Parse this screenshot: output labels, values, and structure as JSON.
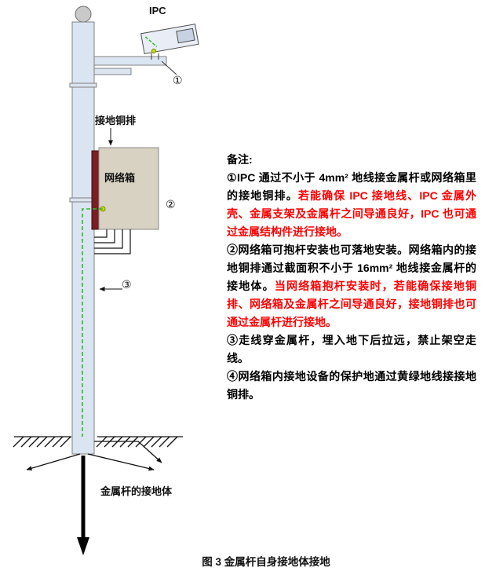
{
  "figure": {
    "caption": "图 3 金属杆自身接地体接地"
  },
  "diagram": {
    "ipc_label": "IPC",
    "copper_bar_label": "接地铜排",
    "network_box_label": "网络箱",
    "electrode_label": "金属杆的接地体",
    "callouts": {
      "one": "①",
      "two": "②",
      "three": "③"
    }
  },
  "notes": {
    "heading": "备注:",
    "items": [
      {
        "segments": [
          {
            "text": "①IPC 通过不小于 4mm² 地线接金属杆或网络箱里的接地铜排。",
            "color": "#000000"
          },
          {
            "text": "若能确保 IPC 接地线、IPC 金属外壳、金属支架及金属杆之间导通良好，IPC 也可通过金属结构件进行接地。",
            "color": "#ff0000"
          }
        ]
      },
      {
        "segments": [
          {
            "text": "②网络箱可抱杆安装也可落地安装。网络箱内的接地铜排通过截面积不小于 16mm² 地线接金属杆的接地体。",
            "color": "#000000"
          },
          {
            "text": "当网络箱抱杆安装时，若能确保接地铜排、网络箱及金属杆之间导通良好，接地铜排也可通过金属杆进行接地。",
            "color": "#ff0000"
          }
        ]
      },
      {
        "segments": [
          {
            "text": "③走线穿金属杆，埋入地下后拉远，禁止架空走线。",
            "color": "#000000"
          }
        ]
      },
      {
        "segments": [
          {
            "text": "④网络箱内接地设备的保护地通过黄绿地线接接地铜排。",
            "color": "#000000"
          }
        ]
      }
    ]
  },
  "colors": {
    "pole_fill": "#dbe5f1",
    "copper_bar": "#7b1f24",
    "network_box": "#d8d2c2",
    "ground_wire_green": "#2eb82e",
    "note_red": "#ff0000",
    "wire_black": "#111111"
  }
}
